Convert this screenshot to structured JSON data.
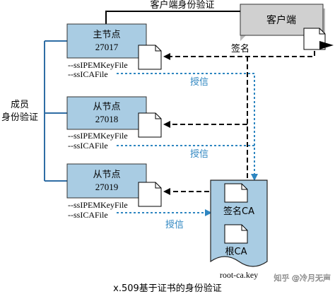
{
  "caption": "x.509基于证书的身份验证",
  "watermark": "知乎 @冷月无声",
  "members_label": [
    "成员",
    "身份验证"
  ],
  "client": {
    "label": "客户端",
    "edge_label": "客户端身份验证"
  },
  "nodes": [
    {
      "title": "主节点",
      "port": "27017",
      "opt1": "--ssIPEMKeyFile",
      "opt2": "--ssICAFile"
    },
    {
      "title": "从节点",
      "port": "27018",
      "opt1": "--ssIPEMKeyFile",
      "opt2": "--ssICAFile"
    },
    {
      "title": "从节点",
      "port": "27019",
      "opt1": "--ssIPEMKeyFile",
      "opt2": "--ssICAFile"
    }
  ],
  "labels": {
    "sign": "签名",
    "grant": "授信"
  },
  "ca": {
    "signed_label": "签名CA",
    "root_label": "根CA",
    "key_label": "root-ca.key"
  },
  "colors": {
    "node_fill": "#a9cce3",
    "client_fill": "#d0d0d0",
    "ca_fill": "#a9cce3",
    "grant_blue": "#2e86c1",
    "line_black": "#000000",
    "tree_blue": "#2e6da4"
  }
}
